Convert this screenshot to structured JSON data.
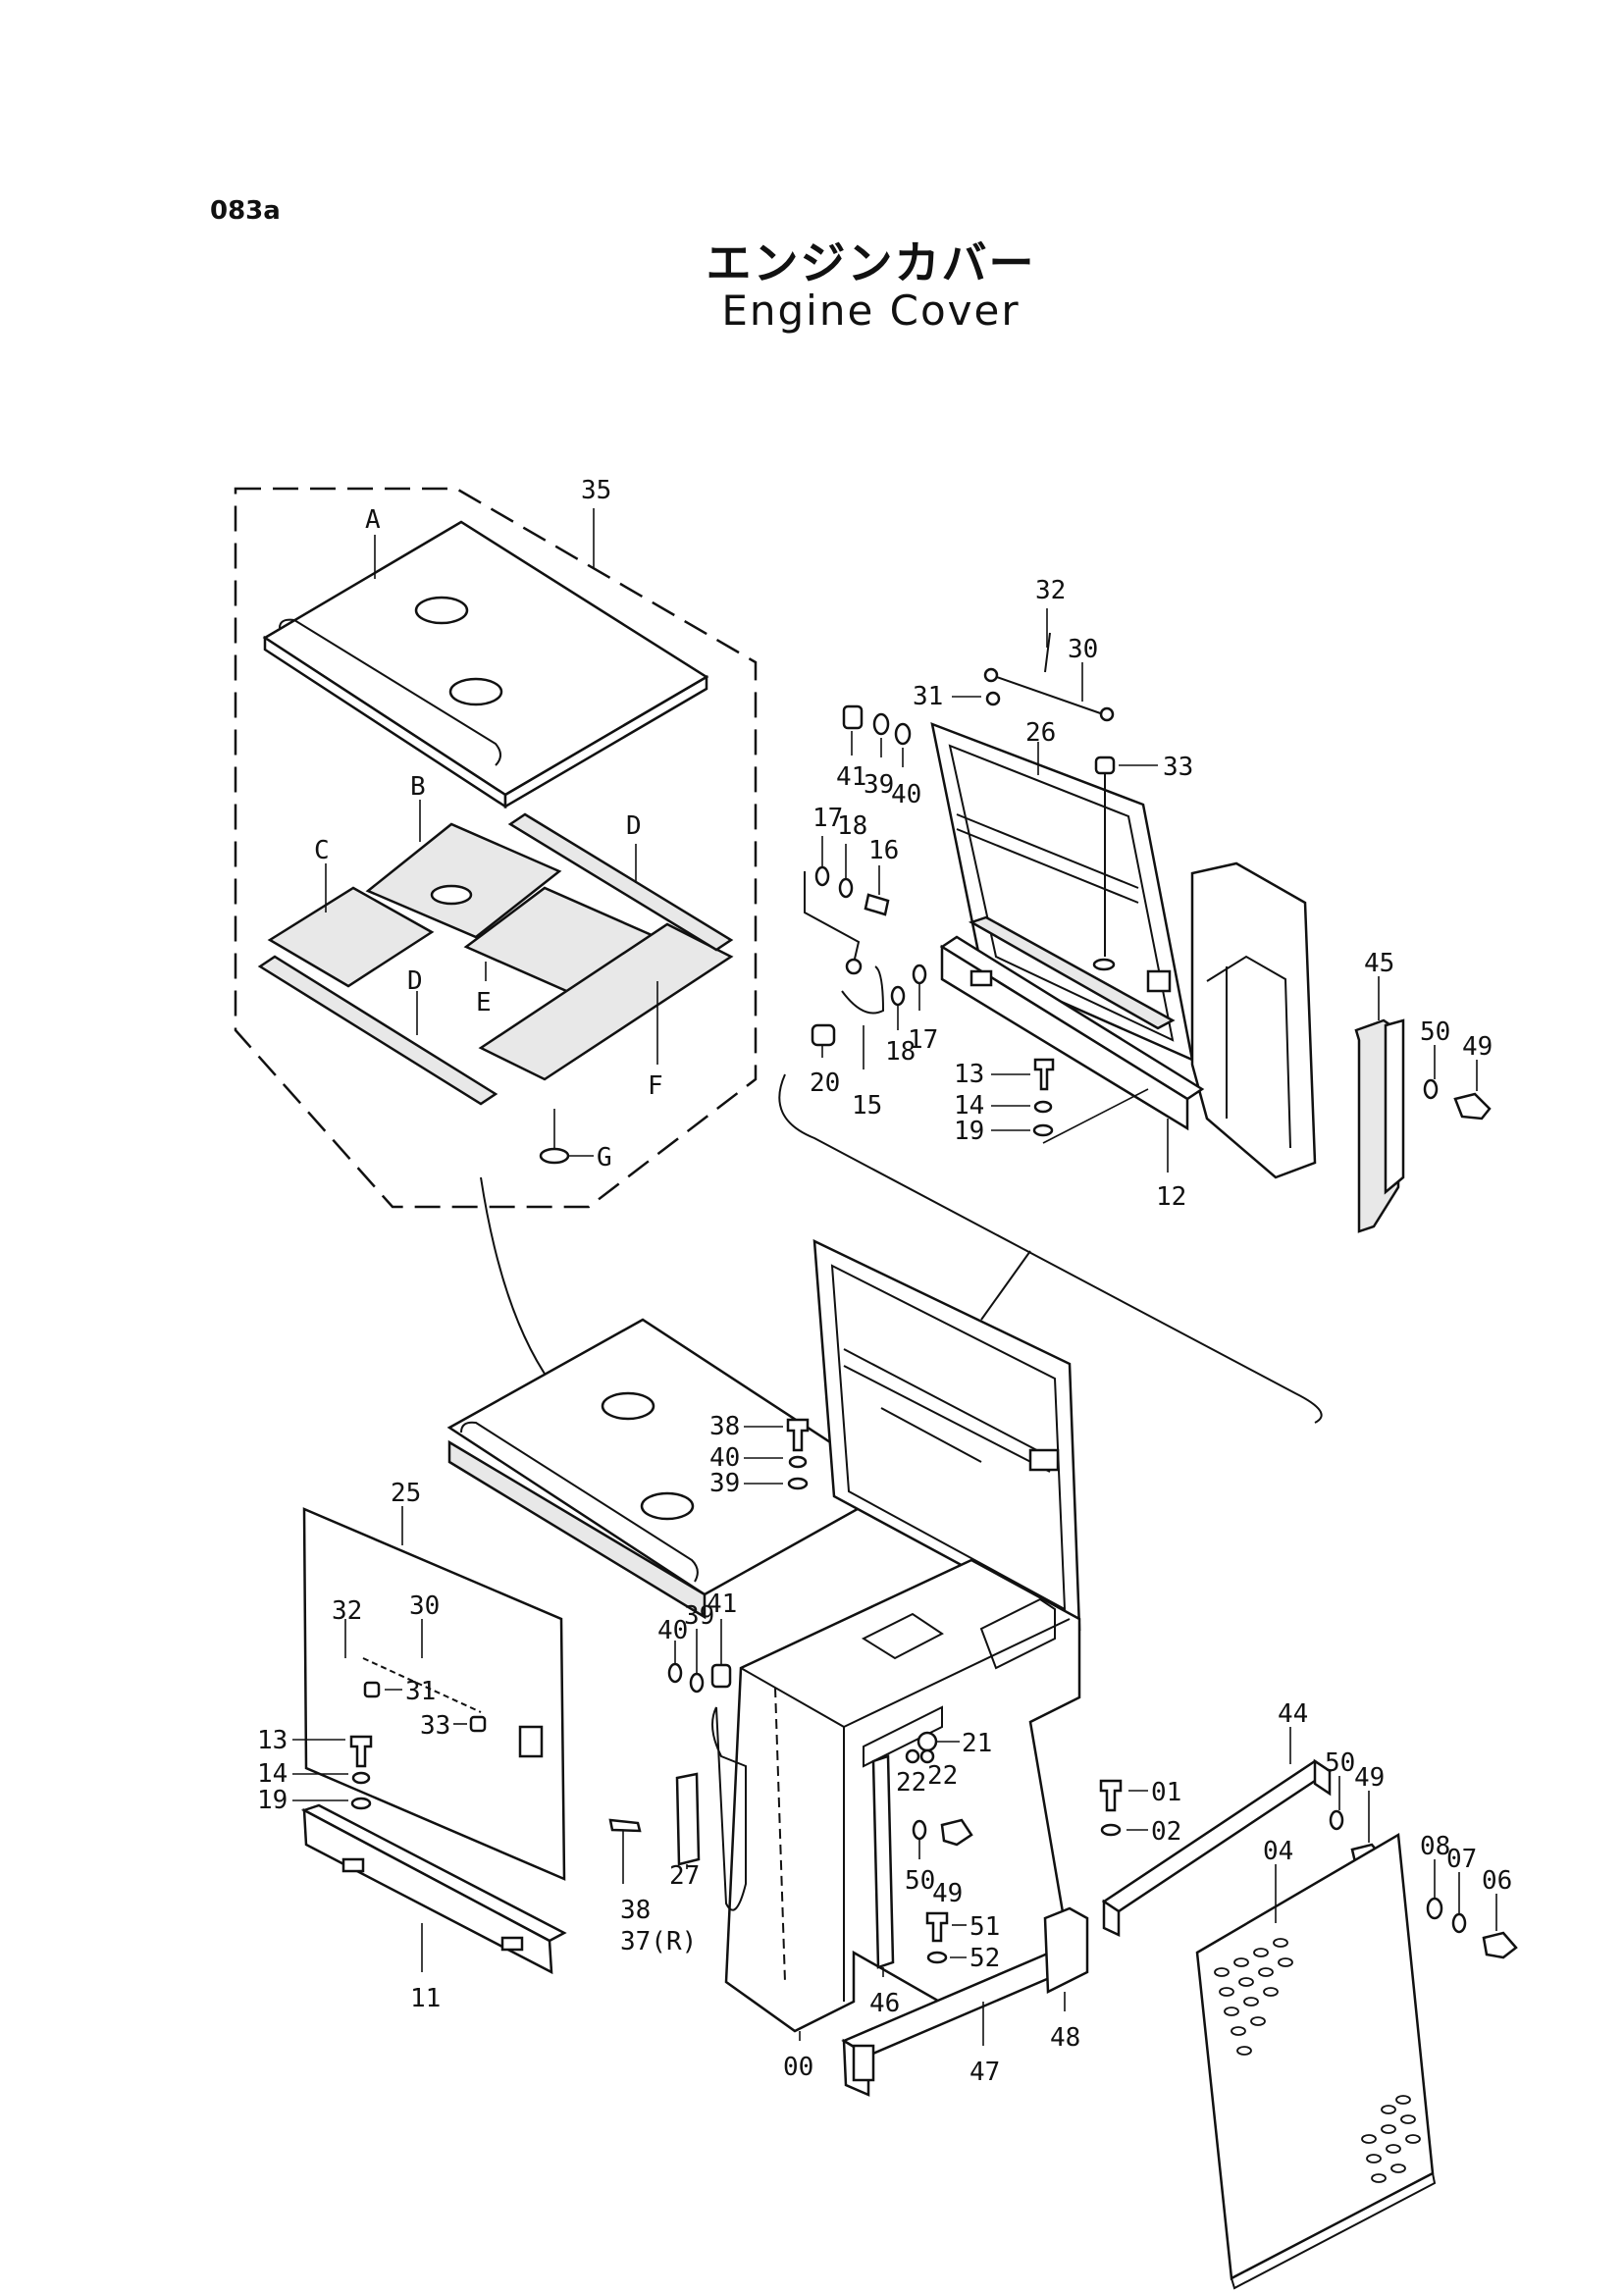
{
  "page_code": "083a",
  "title_jp": "エンジンカバー",
  "title_en": "Engine Cover",
  "labels": {
    "p35": "35",
    "pA": "A",
    "pB": "B",
    "pC": "C",
    "pD1": "D",
    "pD2": "D",
    "pE": "E",
    "pF": "F",
    "pG": "G",
    "p32a": "32",
    "p30a": "30",
    "p31a": "31",
    "p33a": "33",
    "p41a": "41",
    "p39a": "39",
    "p40a": "40",
    "p26": "26",
    "p17a": "17",
    "p18a": "18",
    "p16": "16",
    "p20": "20",
    "p15": "15",
    "p18b": "18",
    "p17b": "17",
    "p13a": "13",
    "p14a": "14",
    "p19a": "19",
    "p12": "12",
    "p45": "45",
    "p50a": "50",
    "p49a": "49",
    "p38a": "38",
    "p40b": "40",
    "p39b": "39",
    "p25": "25",
    "p32b": "32",
    "p30b": "30",
    "p31b": "31",
    "p33b": "33",
    "p13b": "13",
    "p14b": "14",
    "p19b": "19",
    "p11": "11",
    "p40c": "40",
    "p39c": "39",
    "p41b": "41",
    "p21": "21",
    "p22a": "22",
    "p22b": "22",
    "p38b": "38",
    "p37": "37(R)",
    "p27": "27",
    "p50b": "50",
    "p49b": "49",
    "p51": "51",
    "p52": "52",
    "p00": "00",
    "p46": "46",
    "p47": "47",
    "p48": "48",
    "p01": "01",
    "p02": "02",
    "p44": "44",
    "p50c": "50",
    "p49c": "49",
    "p04": "04",
    "p08": "08",
    "p07": "07",
    "p06": "06"
  }
}
